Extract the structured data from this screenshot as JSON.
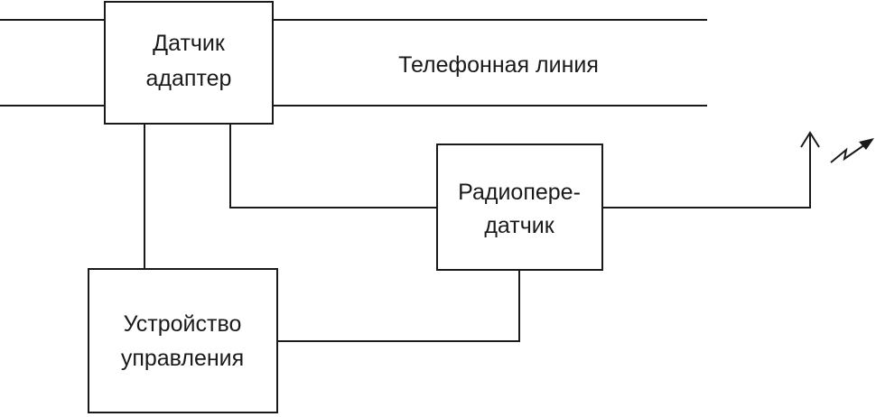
{
  "diagram": {
    "sensor_adapter": {
      "line1": "Датчик",
      "line2": "адаптер"
    },
    "phone_line_label": "Телефонная линия",
    "radio_transmitter": {
      "line1": "Радиопере-",
      "line2": "датчик"
    },
    "control_unit": {
      "line1": "Устройство",
      "line2": "управления"
    },
    "colors": {
      "stroke": "#1a1a1a",
      "background": "#ffffff"
    }
  }
}
